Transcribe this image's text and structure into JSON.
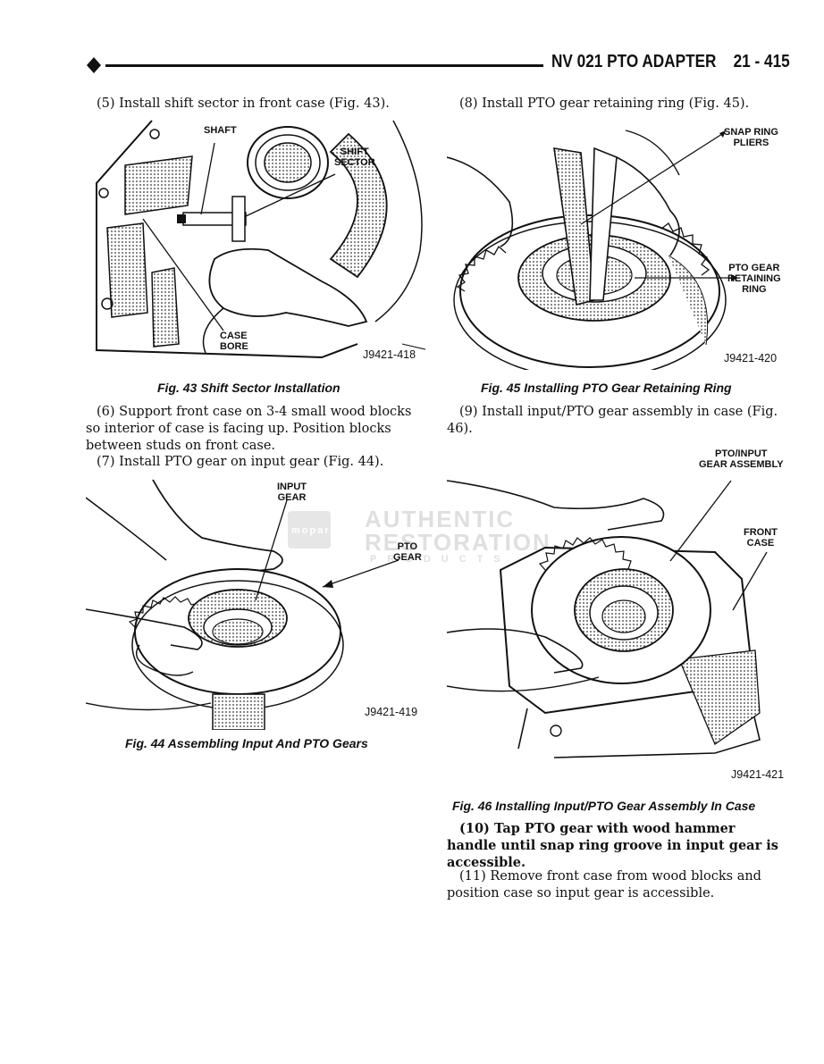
{
  "header": {
    "title": "NV 021 PTO ADAPTER    21 - 415"
  },
  "left_column": {
    "step5": "(5) Install shift sector in front case (Fig. 43).",
    "fig43": {
      "labels": {
        "shaft": "SHAFT",
        "shift_sector": "SHIFT\nSECTOR",
        "case_bore": "CASE\nBORE"
      },
      "code": "J9421-418",
      "caption": "Fig. 43 Shift Sector Installation"
    },
    "step6": "(6) Support front case on 3-4 small wood blocks so interior of case is facing up. Position blocks between studs on front case.",
    "step7": "(7) Install PTO gear on input gear (Fig. 44).",
    "fig44": {
      "labels": {
        "input_gear": "INPUT\nGEAR",
        "pto_gear": "PTO\nGEAR"
      },
      "code": "J9421-419",
      "caption": "Fig. 44 Assembling Input And PTO Gears"
    }
  },
  "right_column": {
    "step8": "(8) Install PTO gear retaining ring (Fig. 45).",
    "fig45": {
      "labels": {
        "snap_ring_pliers": "SNAP RING\nPLIERS",
        "pto_gear_retaining_ring": "PTO GEAR\nRETAINING\nRING"
      },
      "code": "J9421-420",
      "caption": "Fig. 45 Installing PTO Gear Retaining Ring"
    },
    "step9": "(9) Install input/PTO gear assembly in case (Fig. 46).",
    "fig46": {
      "labels": {
        "pto_input_gear_assembly": "PTO/INPUT\nGEAR ASSEMBLY",
        "front_case": "FRONT\nCASE"
      },
      "code": "J9421-421",
      "caption": "Fig. 46 Installing Input/PTO Gear Assembly In Case"
    },
    "step10": "(10) Tap PTO gear with wood hammer handle until snap ring groove in input gear is accessible.",
    "step11": "(11) Remove front case from wood blocks and position case so input gear is accessible."
  },
  "watermark": {
    "line1": "AUTHENTIC",
    "line2": "RESTORATION",
    "line3": "PRODUCTS",
    "badge": "mopar"
  }
}
